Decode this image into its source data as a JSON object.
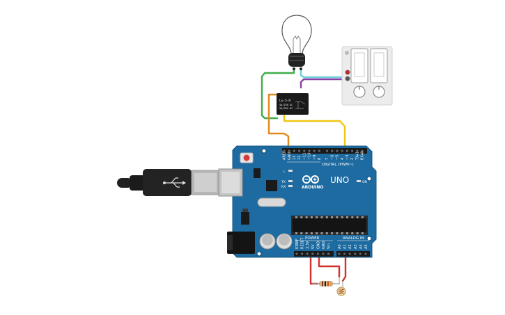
{
  "board": {
    "model": "UNO",
    "brand": "ARDUINO",
    "digital_header": "DIGITAL (PWM~)",
    "power_header": "POWER",
    "analog_header": "ANALOG IN",
    "on_label": "ON",
    "l_label": "L",
    "tx_label": "TX",
    "rx_label": "RX",
    "digital_pins": [
      "AREF",
      "GND",
      "13",
      "12",
      "~11",
      "~10",
      "~9",
      "8",
      "7",
      "~6",
      "~5",
      "4",
      "~3",
      "2",
      "TX▸1",
      "RX◂0"
    ],
    "power_pins": [
      "IOREF",
      "RESET",
      "3.3V",
      "5V",
      "GND",
      "GND",
      "Vin"
    ],
    "analog_pins": [
      "A0",
      "A1",
      "A2",
      "A3",
      "A4",
      "A5"
    ]
  },
  "relay": {
    "line1": "Lu-5-R",
    "line2": "5A/250 AC",
    "line3": "5A/30V DC"
  },
  "colors": {
    "board": "#1d6ba0",
    "wire_green": "#3fae49",
    "wire_orange": "#e08a1e",
    "wire_yellow": "#f2c511",
    "wire_cyan": "#6ccfd8",
    "wire_purple": "#8a3fa8",
    "wire_red": "#d0312d"
  }
}
